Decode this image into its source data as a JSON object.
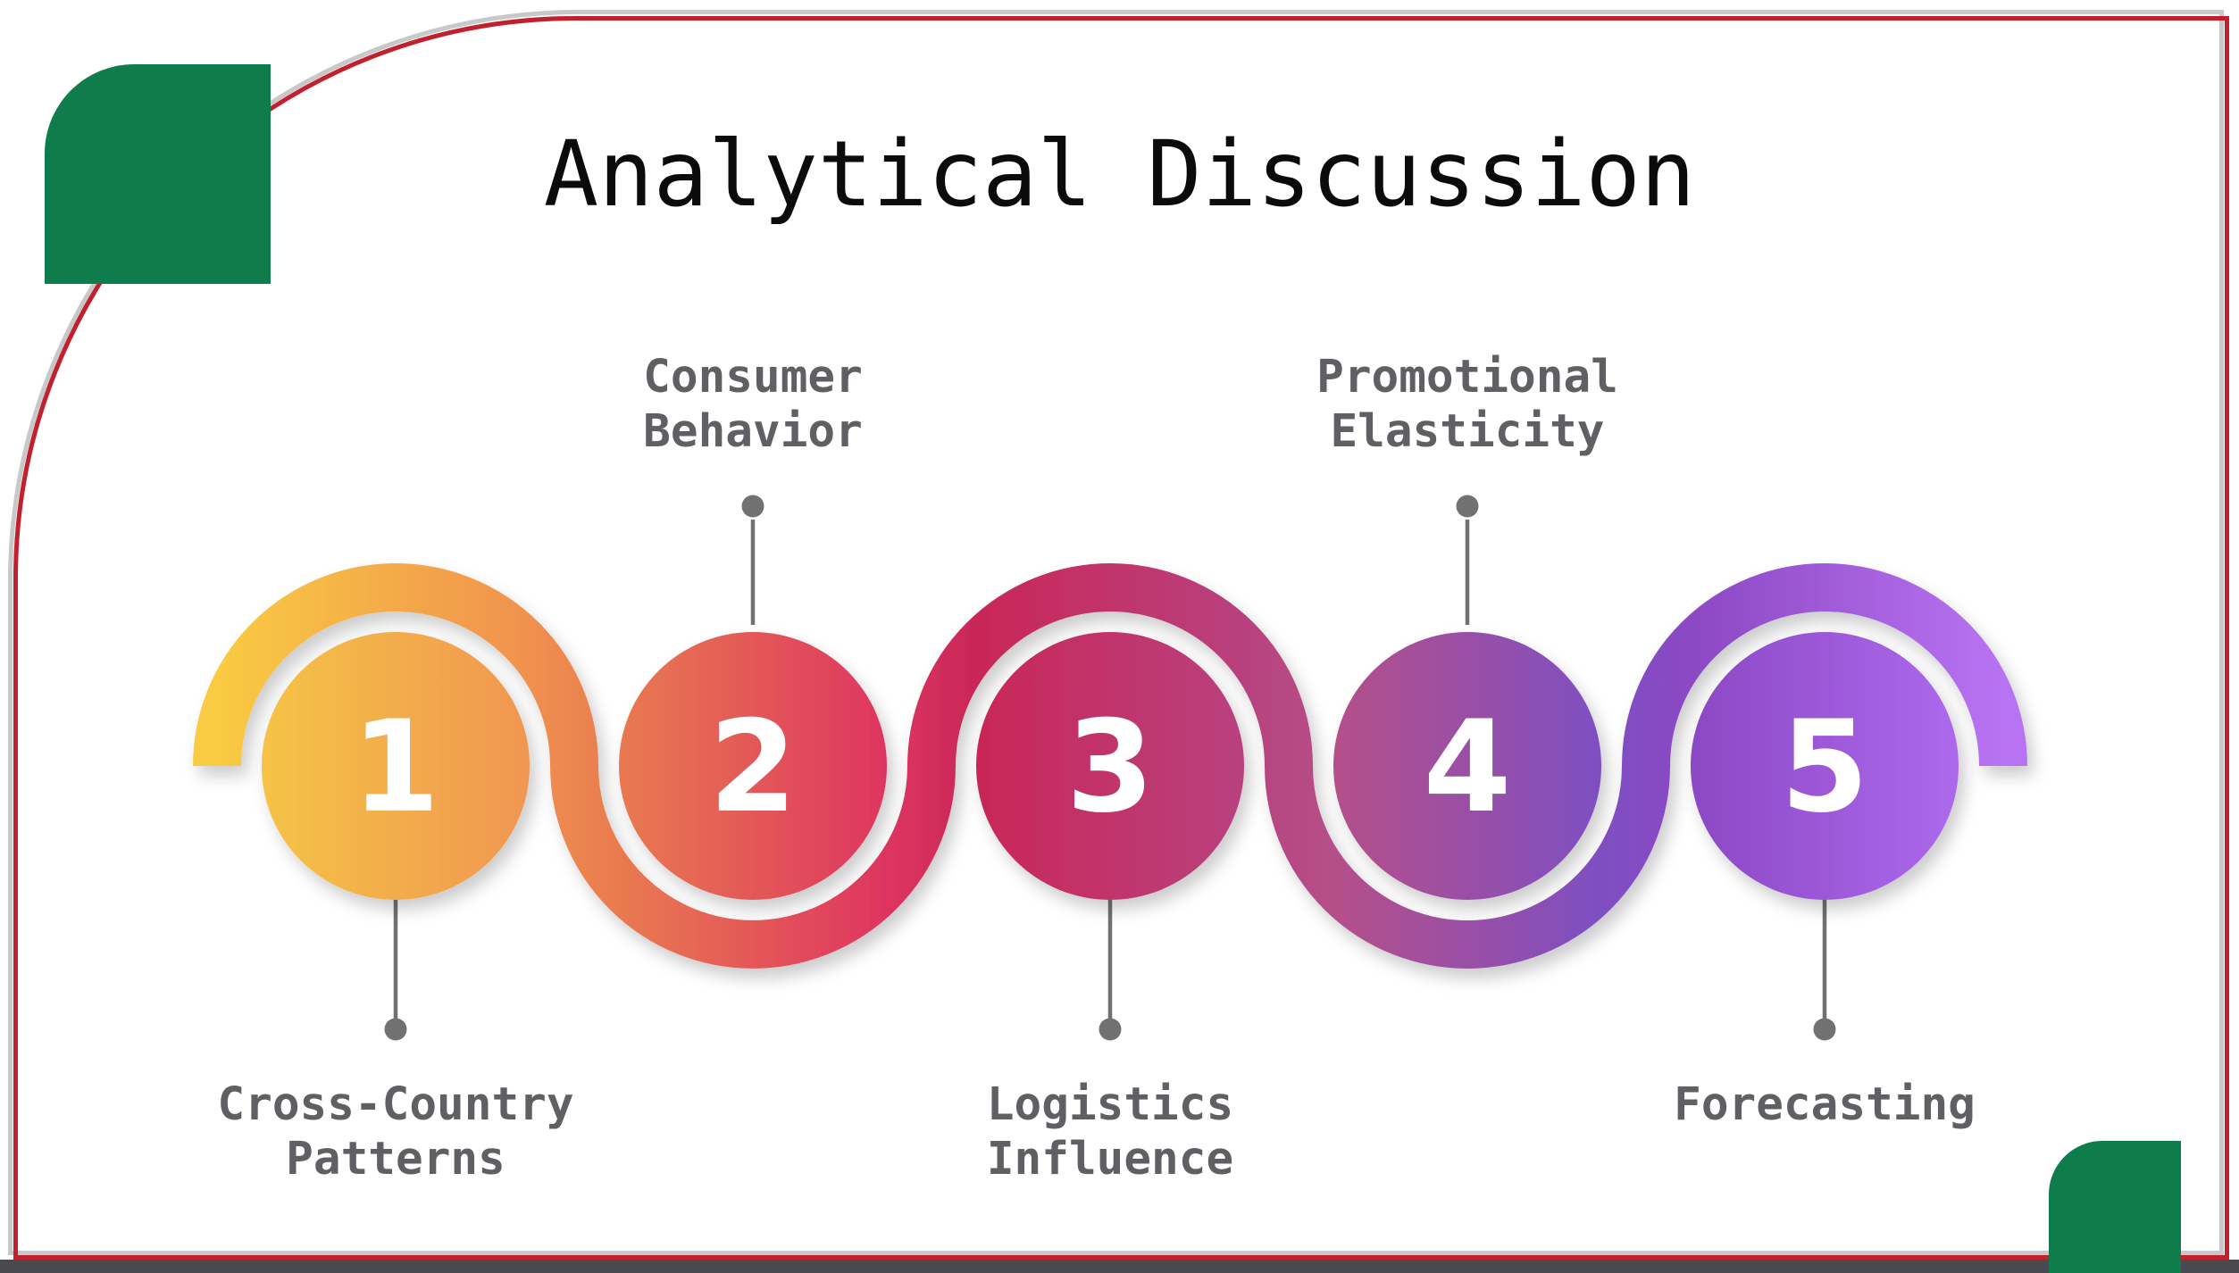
{
  "page": {
    "title": "Analytical Discussion",
    "background_color": "#FFFFFF"
  },
  "frame": {
    "border_color": "#C2202D",
    "shadow_color": "#9B9B9B",
    "bottom_bar_color": "#4A4A4E",
    "corner_square_color": "#0F7C4B"
  },
  "connector": {
    "color": "#717171"
  },
  "label_color": "#5F6063",
  "number_color": "#FFFFFF",
  "ribbon_gradient": [
    {
      "color": "#F9CB42"
    },
    {
      "color": "#F0914F"
    },
    {
      "color": "#E97A50"
    },
    {
      "color": "#DE3560"
    },
    {
      "color": "#C92758"
    },
    {
      "color": "#B8417E"
    },
    {
      "color": "#B55089"
    },
    {
      "color": "#7E50C2"
    },
    {
      "color": "#8C48C4"
    },
    {
      "color": "#B873F2"
    }
  ],
  "steps": [
    {
      "number": "1",
      "label": "Cross-Country\nPatterns",
      "label_position": "below",
      "colors": {
        "from": "#F5C345",
        "to": "#F09652"
      }
    },
    {
      "number": "2",
      "label": "Consumer\nBehavior",
      "label_position": "above",
      "colors": {
        "from": "#E97A50",
        "to": "#DE3560"
      }
    },
    {
      "number": "3",
      "label": "Logistics\nInfluence",
      "label_position": "below",
      "colors": {
        "from": "#C92758",
        "to": "#B8417E"
      }
    },
    {
      "number": "4",
      "label": "Promotional\nElasticity",
      "label_position": "above",
      "colors": {
        "from": "#B55089",
        "to": "#7E50C2"
      }
    },
    {
      "number": "5",
      "label": "Forecasting",
      "label_position": "below",
      "colors": {
        "from": "#8C48C4",
        "to": "#AC69EC"
      }
    }
  ]
}
